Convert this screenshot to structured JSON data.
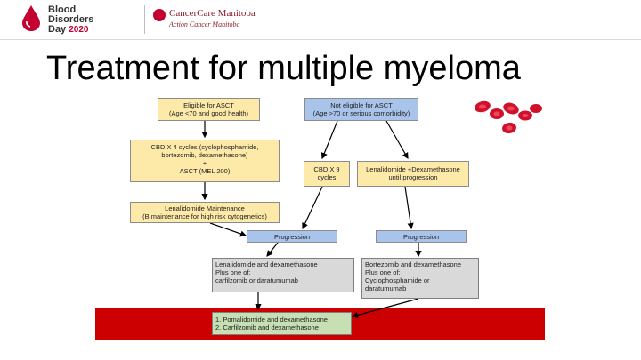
{
  "header": {
    "logo_left": {
      "line1": "Blood",
      "line2": "Disorders",
      "line3_word": "Day",
      "line3_year": "2020"
    },
    "logo_right": {
      "name": "CancerCare Manitoba",
      "tagline": "Action Cancer Manitoba"
    }
  },
  "title": "Treatment for multiple myeloma",
  "flow": {
    "eligible": {
      "line1": "Eligible for ASCT",
      "line2": "(Age <70 and good health)"
    },
    "not_eligible": {
      "line1": "Not eligible for ASCT",
      "line2": "(Age >70 or serious comorbidity)"
    },
    "cybord_x4": {
      "line1": "CBD X 4 cycles (cyclophosphamide,",
      "line2": "bortezomib, dexamethasone)",
      "line3": "+",
      "line4": "ASCT (MEL 200)"
    },
    "cybord_x9": {
      "line1": "CBD X 9",
      "line2": "cycles"
    },
    "len_dex": {
      "line1": "Lenalidomide +Dexamethasone",
      "line2": "until progression"
    },
    "maintenance": {
      "line1": "Lenalidomide Maintenance",
      "line2": "(B maintenance for high risk cytogenetics)"
    },
    "progression_left": "Progression",
    "progression_right": "Progression",
    "second_left": {
      "line1": "Lenalidomide and dexamethasone",
      "line2": "Plus one of:",
      "line3": "carfilzomib or daratumumab"
    },
    "second_right": {
      "line1": "Bortezomib and dexamethasone",
      "line2": "Plus one of:",
      "line3": "Cyclophosphamide or",
      "line4": "daratumumab"
    },
    "third_line": {
      "line1": "1. Pomalidomide and dexamethasone",
      "line2": "2. Carfilzomib and dexamethasone"
    }
  },
  "colors": {
    "accent_red": "#cc0000",
    "box_yellow": "#fde9a8",
    "box_blue": "#a9c4eb",
    "box_grey": "#d9d9d9",
    "box_green": "#c6e0b4",
    "blood_cell": "#d0112b"
  },
  "icons": [
    "blood-drop-icon",
    "cancercare-mark-icon",
    "red-blood-cells-icon"
  ]
}
